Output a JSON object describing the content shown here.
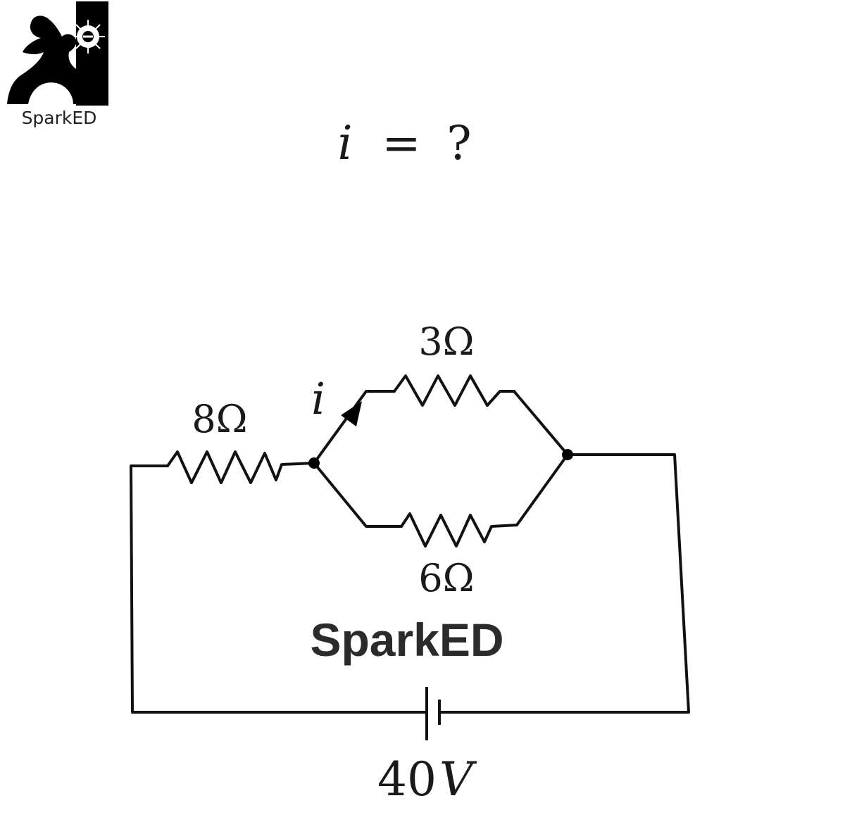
{
  "logo": {
    "text": "SparkED"
  },
  "question": {
    "lhs": "i",
    "eq": "=",
    "rhs": "?"
  },
  "resistors": {
    "r8": "8Ω",
    "r3": "3Ω",
    "r6": "6Ω"
  },
  "current_label": "i",
  "battery_label": {
    "value": "40",
    "unit": "V"
  },
  "watermark": "SparkED"
}
